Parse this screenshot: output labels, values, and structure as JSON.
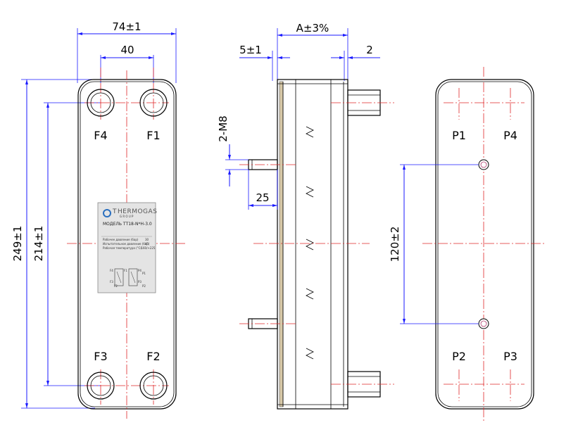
{
  "front_view": {
    "width_dim": "74±1",
    "port_spacing_dim": "40",
    "height_dim": "249±1",
    "port_height_dim": "214±1",
    "ports": {
      "top_left": "F4",
      "top_right": "F1",
      "bottom_left": "F3",
      "bottom_right": "F2"
    },
    "nameplate": {
      "brand_prefix": "T",
      "brand": "HERMOGAS",
      "brand_sub": "G R O U P",
      "model": "МОДЕЛЬ ТТ18-N*H-3.0",
      "line1_label": "Рабочее давление (бар)",
      "line1_value": "30",
      "line2_label": "Испытательное давление (бар)",
      "line2_value": "45",
      "line3_label": "Рабочая температура (°C)",
      "line3_value": "-160/+225",
      "diagram_labels": [
        "F4",
        "F1",
        "P4",
        "P1",
        "F3",
        "F2",
        "P3",
        "P2"
      ]
    }
  },
  "side_view": {
    "depth_dim": "A±3%",
    "plate_offset_dim": "5±1",
    "connection_offset_dim": "2",
    "stud_dim": "2-M8",
    "stud_length_dim": "25"
  },
  "back_view": {
    "stud_spacing_dim": "120±2",
    "ports": {
      "top_left": "P1",
      "top_right": "P4",
      "bottom_left": "P2",
      "bottom_right": "P3"
    }
  },
  "colors": {
    "outline": "#000000",
    "centerline": "#e0282a",
    "dimension": "#1a1aff"
  }
}
